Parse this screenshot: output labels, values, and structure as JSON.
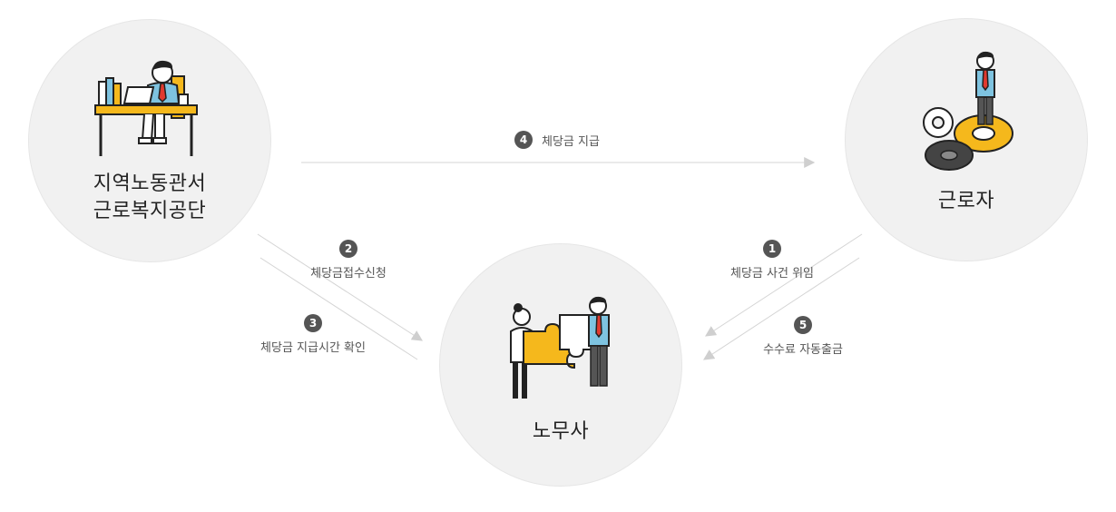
{
  "nodes": {
    "office": {
      "line1": "지역노동관서",
      "line2": "근로복지공단"
    },
    "worker": {
      "title": "근로자"
    },
    "attorney": {
      "title": "노무사"
    }
  },
  "steps": [
    {
      "number": "1",
      "label": "체당금 사건 위임"
    },
    {
      "number": "2",
      "label": "체당금접수신청"
    },
    {
      "number": "3",
      "label": "체당금 지급시간 확인"
    },
    {
      "number": "4",
      "label": "체당금 지급"
    },
    {
      "number": "5",
      "label": "수수료 자동출금"
    }
  ],
  "colors": {
    "circle": "#f1f1f1",
    "line": "#cccccc",
    "badge": "#555555",
    "accent": "#f5b81c",
    "shirt": "#7ec3e0"
  }
}
